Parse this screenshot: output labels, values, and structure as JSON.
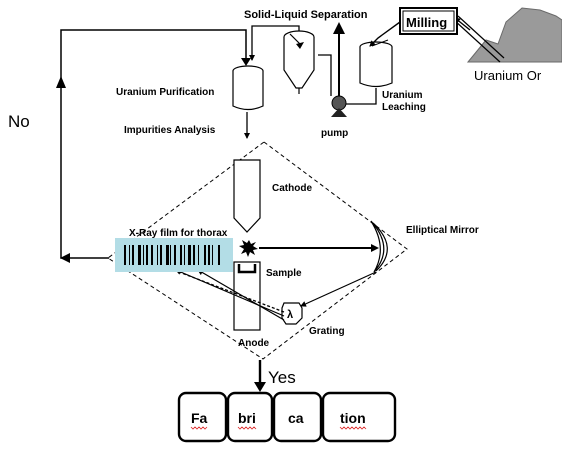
{
  "labels": {
    "solid_liquid": "Solid-Liquid Separation",
    "milling": "Milling",
    "uranium_ore": "Uranium Or",
    "uranium_purification": "Uranium Purification",
    "impurities_analysis": "Impurities Analysis",
    "uranium_leaching_1": "Uranium",
    "uranium_leaching_2": "Leaching",
    "pump": "pump",
    "no": "No",
    "yes": "Yes",
    "cathode": "Cathode",
    "elliptical_mirror": "Elliptical Mirror",
    "xray_film": "X-Ray film for thorax",
    "sample": "Sample",
    "lambda": "λ",
    "grating": "Grating",
    "anode": "Anode"
  },
  "fabrication": [
    "Fa",
    "bri",
    "ca",
    "tion"
  ],
  "colors": {
    "film": "#b3dde6",
    "ore": "#9a9a9a",
    "stroke": "#000000"
  }
}
